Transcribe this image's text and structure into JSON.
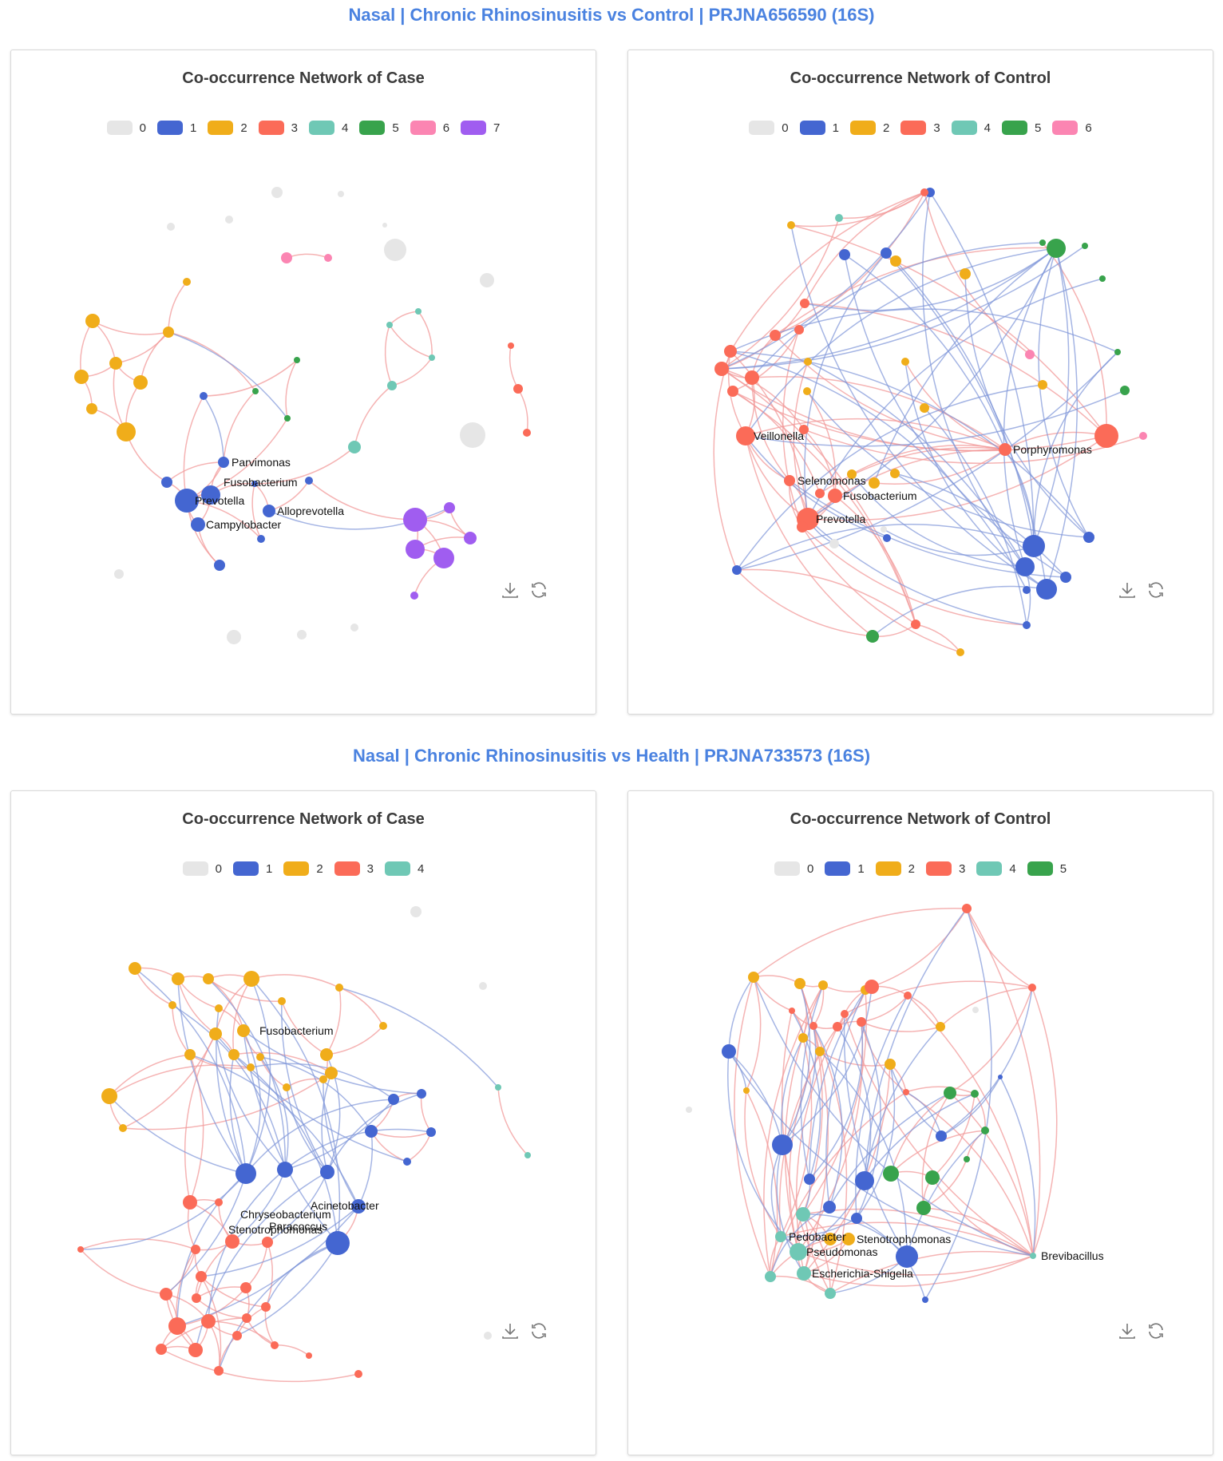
{
  "sections": [
    {
      "title": "Nasal | Chronic Rhinosinusitis vs Control | PRJNA656590 (16S)",
      "panels": [
        {
          "title": "Co-occurrence Network of Case",
          "legend": [
            "0",
            "1",
            "2",
            "3",
            "4",
            "5",
            "6",
            "7"
          ],
          "labels": [
            "Parvimonas",
            "Fusobacterium",
            "Prevotella",
            "Alloprevotella",
            "Campylobacter"
          ]
        },
        {
          "title": "Co-occurrence Network of Control",
          "legend": [
            "0",
            "1",
            "2",
            "3",
            "4",
            "5",
            "6"
          ],
          "labels": [
            "Veillonella",
            "Porphyromonas",
            "Selenomonas",
            "Fusobacterium",
            "Prevotella"
          ]
        }
      ]
    },
    {
      "title": "Nasal | Chronic Rhinosinusitis vs Health | PRJNA733573 (16S)",
      "panels": [
        {
          "title": "Co-occurrence Network of Case",
          "legend": [
            "0",
            "1",
            "2",
            "3",
            "4"
          ],
          "labels": [
            "Fusobacterium",
            "Acinetobacter",
            "Chryseobacterium",
            "Paracoccus",
            "Stenotrophomonas"
          ]
        },
        {
          "title": "Co-occurrence Network of Control",
          "legend": [
            "0",
            "1",
            "2",
            "3",
            "4",
            "5"
          ],
          "labels": [
            "Pedobacter",
            "Stenotrophomonas",
            "Pseudomonas",
            "Brevibacillus",
            "Escherichia-Shigella"
          ]
        }
      ]
    }
  ],
  "group_colors": {
    "0": "#e6e6e6",
    "1": "#4466d1",
    "2": "#f0ad1a",
    "3": "#fb6b58",
    "4": "#6fc8b5",
    "5": "#38a34c",
    "6": "#fb85b2",
    "7": "#a05df0"
  },
  "edge_colors": {
    "positive": "#f29a9a",
    "negative": "#7f95d9"
  },
  "icons": [
    "download-icon",
    "refresh-icon"
  ]
}
